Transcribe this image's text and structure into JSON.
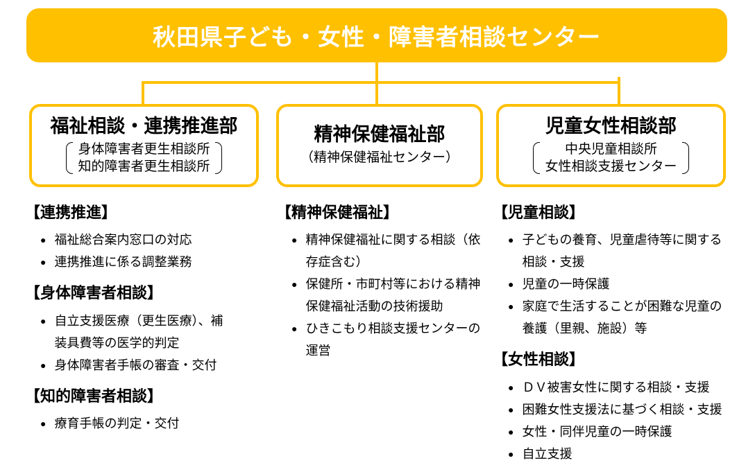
{
  "colors": {
    "accent": "#FFC000",
    "ink": "#000000",
    "title_text": "#FFFFFF",
    "background": "#FFFFFF"
  },
  "icons": {
    "bullet": "●"
  },
  "center": {
    "title": "秋田県子ども・女性・障害者相談センター"
  },
  "departments": [
    {
      "name": "福祉相談・連携推進部",
      "sub_units": [
        "身体障害者更生相談所",
        "知的障害者更生相談所"
      ],
      "sections": [
        {
          "heading": "【連携推進】",
          "items": [
            "福祉総合案内窓口の対応",
            "連携推進に係る調整業務"
          ]
        },
        {
          "heading": "【身体障害者相談】",
          "items": [
            "自立支援医療（更生医療）、補装具費等の医学的判定",
            "身体障害者手帳の審査・交付"
          ]
        },
        {
          "heading": "【知的障害者相談】",
          "items": [
            "療育手帳の判定・交付"
          ]
        }
      ]
    },
    {
      "name": "精神保健福祉部",
      "sub_note": "（精神保健福祉センター）",
      "sections": [
        {
          "heading": "【精神保健福祉】",
          "items": [
            "精神保健福祉に関する相談（依存症含む）",
            "保健所・市町村等における精神保健福祉活動の技術援助",
            "ひきこもり相談支援センターの運営"
          ]
        }
      ]
    },
    {
      "name": "児童女性相談部",
      "sub_units": [
        "中央児童相談所",
        "女性相談支援センター"
      ],
      "sections": [
        {
          "heading": "【児童相談】",
          "items": [
            "子どもの養育、児童虐待等に関する相談・支援",
            "児童の一時保護",
            "家庭で生活することが困難な児童の養護（里親、施設）等"
          ]
        },
        {
          "heading": "【女性相談】",
          "items": [
            "ＤＶ被害女性に関する相談・支援",
            "困難女性支援法に基づく相談・支援",
            "女性・同伴児童の一時保護",
            "自立支援"
          ]
        }
      ]
    }
  ]
}
